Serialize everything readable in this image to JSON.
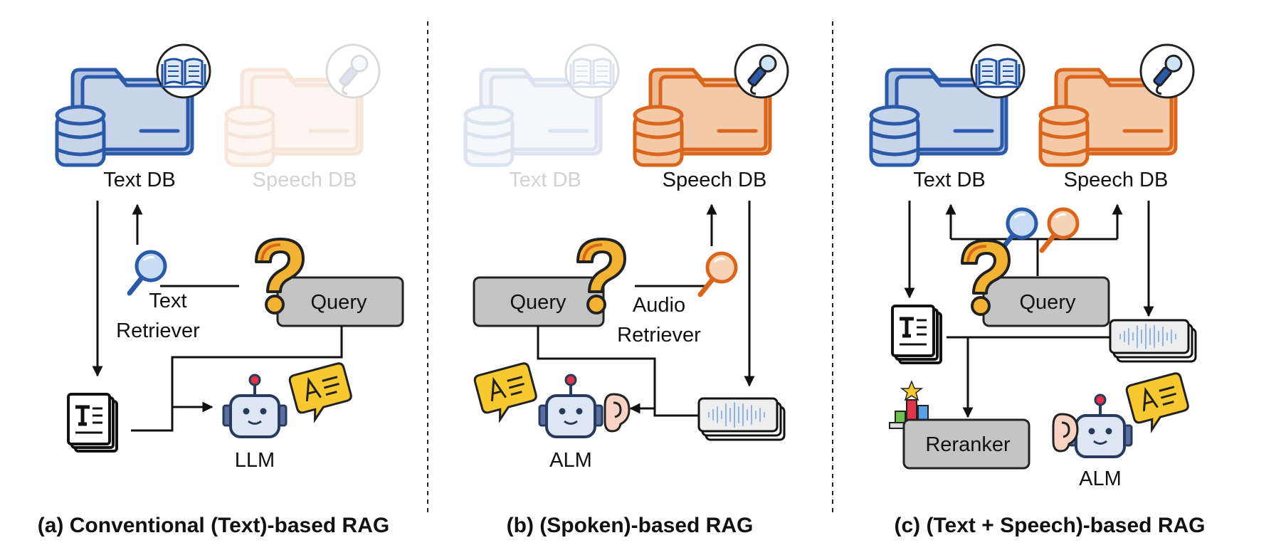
{
  "panel_a": {
    "text_db": "Text DB",
    "speech_db": "Speech DB",
    "retriever_line1": "Text",
    "retriever_line2": "Retriever",
    "query": "Query",
    "model": "LLM",
    "caption": "(a) Conventional (Text)-based RAG"
  },
  "panel_b": {
    "text_db": "Text DB",
    "speech_db": "Speech DB",
    "retriever_line1": "Audio",
    "retriever_line2": "Retriever",
    "query": "Query",
    "model": "ALM",
    "caption": "(b) (Spoken)-based RAG"
  },
  "panel_c": {
    "text_db": "Text DB",
    "speech_db": "Speech DB",
    "query": "Query",
    "reranker": "Reranker",
    "model": "ALM",
    "caption": "(c) (Text + Speech)-based RAG"
  },
  "colors": {
    "text_db_blue": "#2a5aa8",
    "text_db_fill": "#c8d4ea",
    "speech_db_orange": "#d9661c",
    "speech_db_fill": "#f3c9a8",
    "question_mark": "#f2b233",
    "query_box": "#c4c4c4",
    "bubble_yellow": "#f7c830",
    "robot_face": "#dde6f3",
    "robot_frame": "#27395c",
    "waveform": "#8fb4ea"
  }
}
